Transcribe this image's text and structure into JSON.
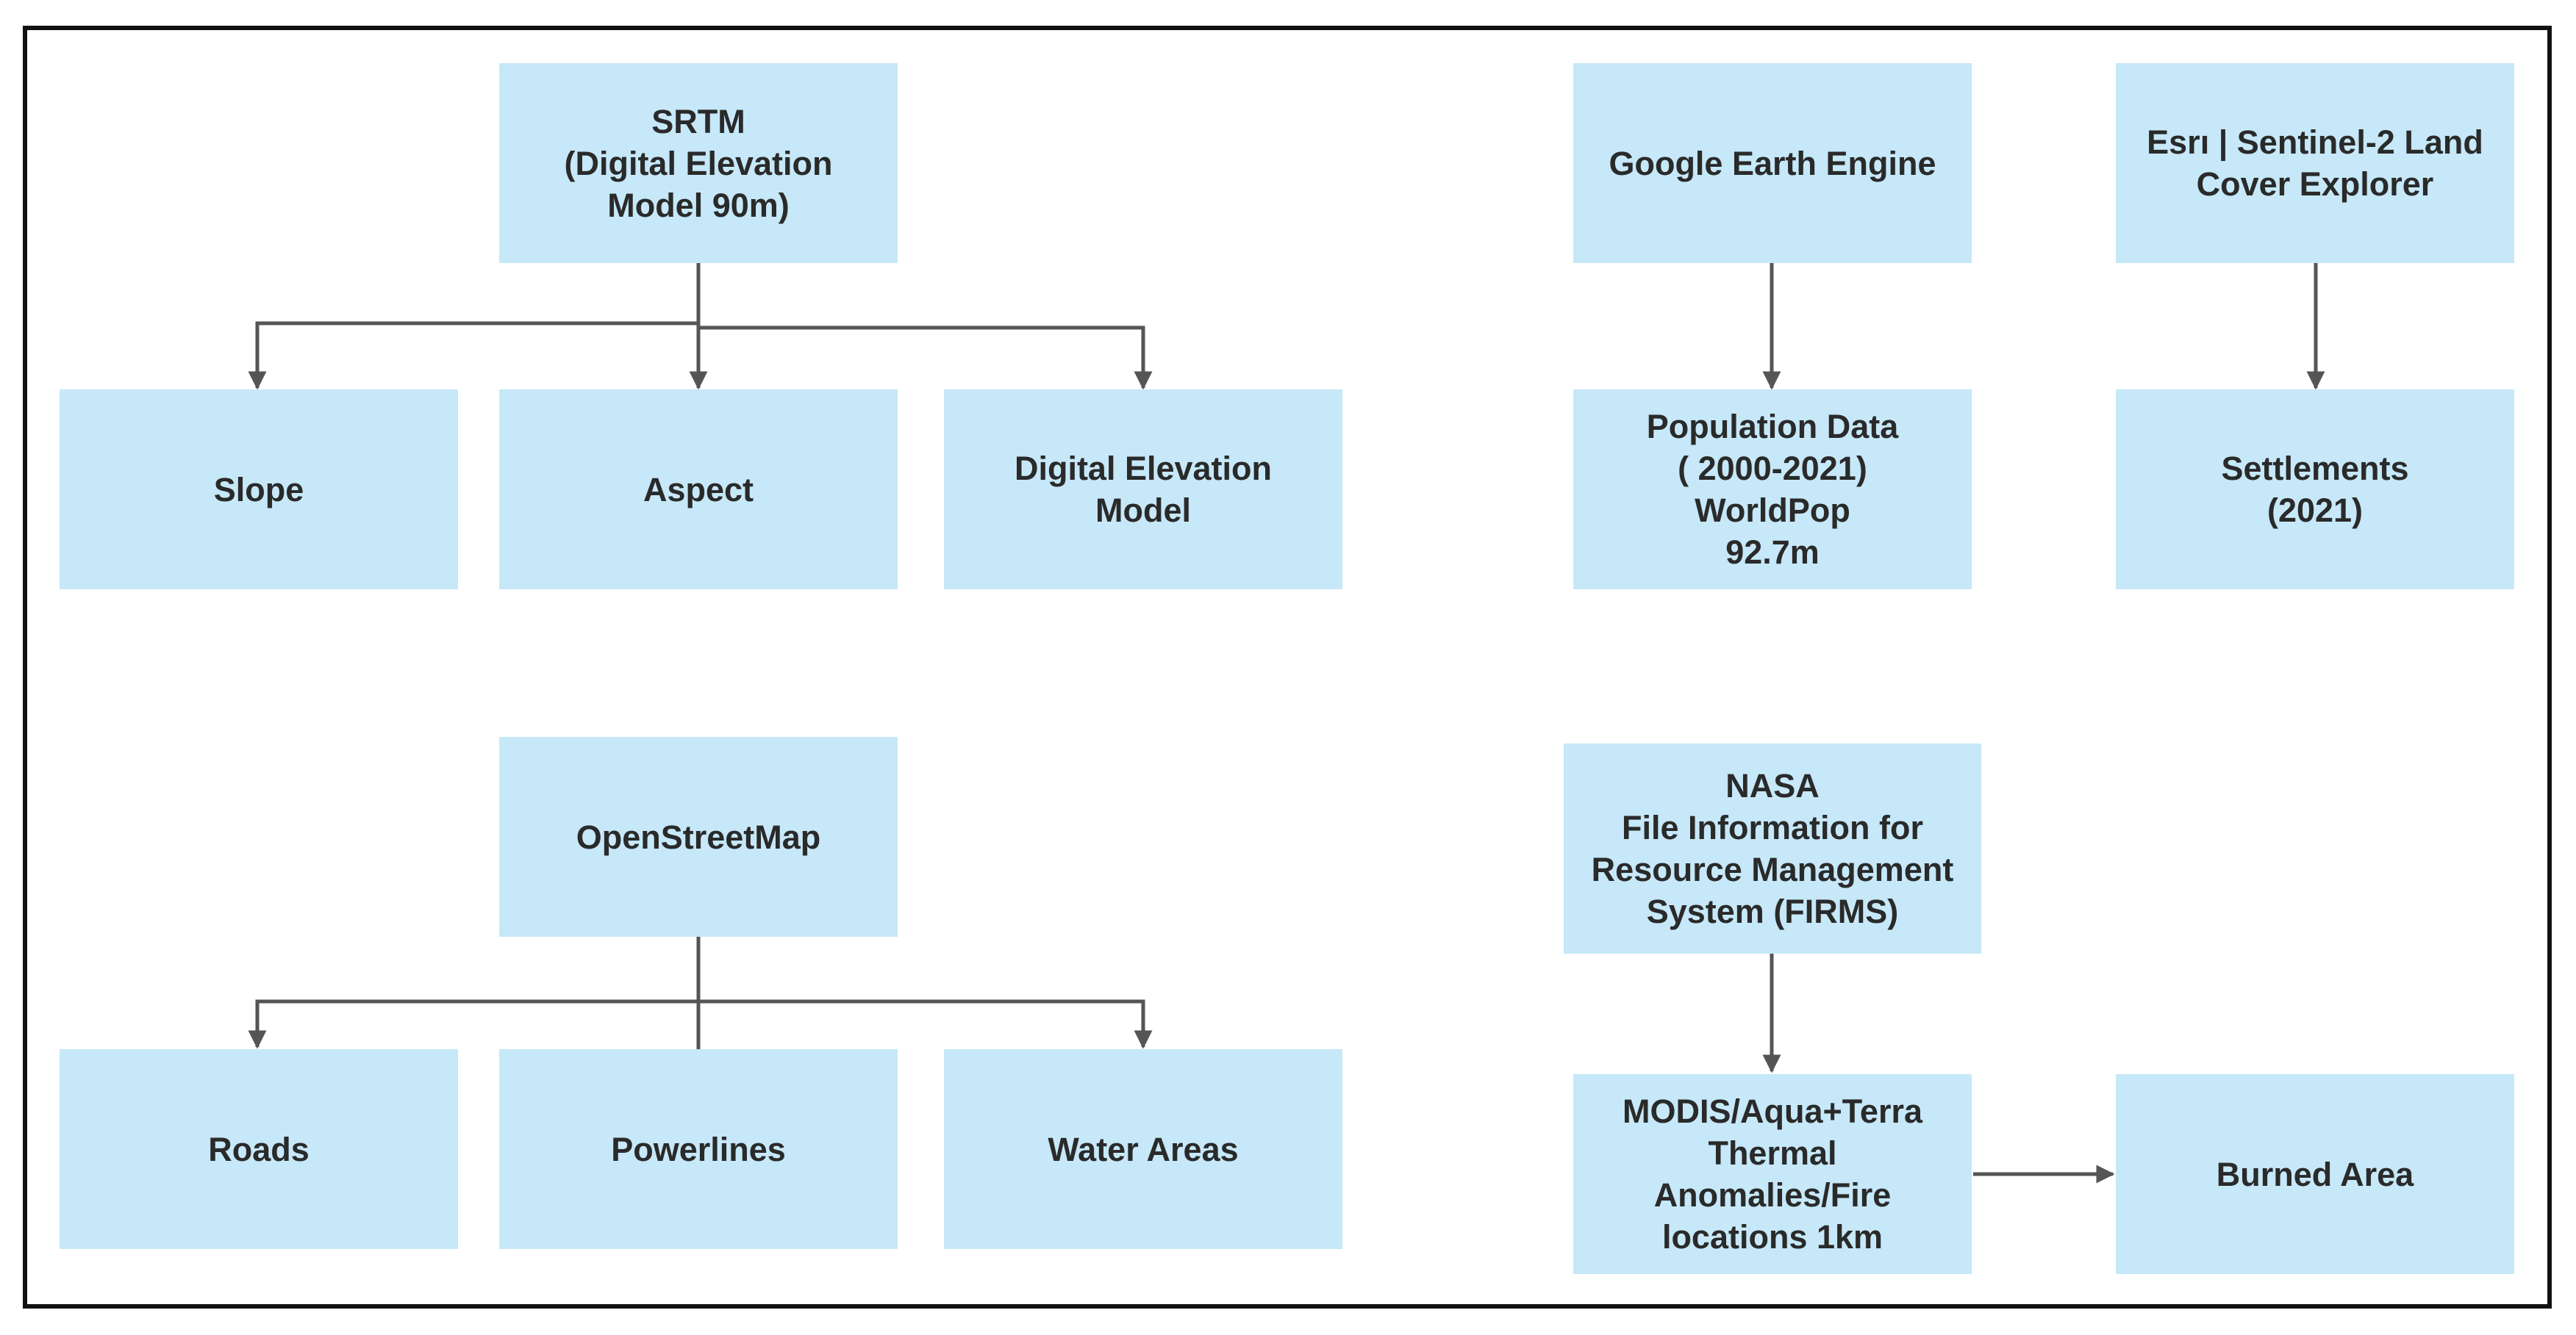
{
  "colors": {
    "box_fill": "#c6e8f8",
    "text": "#2a2a2a",
    "connector": "#555555",
    "frame": "#111111"
  },
  "nodes": {
    "srtm": "SRTM\n(Digital Elevation\nModel 90m)",
    "slope": "Slope",
    "aspect": "Aspect",
    "dem": "Digital Elevation\nModel",
    "gee": "Google Earth Engine",
    "esri": "Esrı | Sentinel-2 Land\nCover Explorer",
    "population": "Population Data\n( 2000-2021)\nWorldPop\n92.7m",
    "settlements": "Settlements\n(2021)",
    "osm": "OpenStreetMap",
    "roads": "Roads",
    "powerlines": "Powerlines",
    "water": "Water Areas",
    "nasa": "NASA\nFile Information for\nResource Management\nSystem (FIRMS)",
    "modis": "MODIS/Aqua+Terra\nThermal\nAnomalies/Fire\nlocations 1km",
    "burned": "Burned Area"
  }
}
